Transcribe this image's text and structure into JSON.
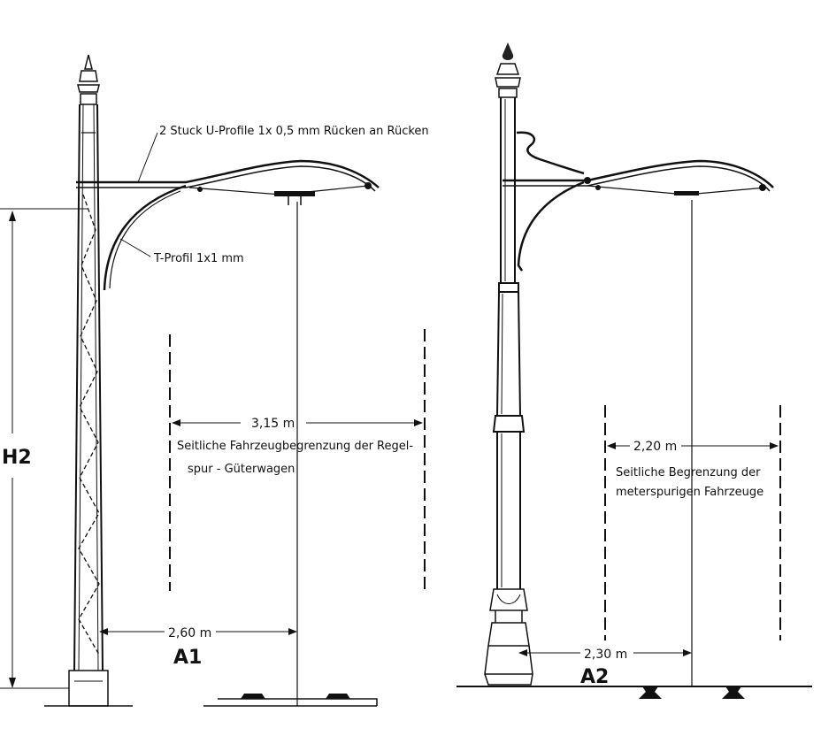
{
  "left_mast": {
    "u_profile_note": "2 Stuck U-Profile 1x 0,5 mm Rücken an Rücken",
    "t_profile_note": "T-Profil 1x1 mm",
    "clearance_dim": "3,15 m",
    "clearance_note_line1": "Seitliche Fahrzeugbegrenzung der Regel-",
    "clearance_note_line2": "spur - Güterwagen",
    "arm_dim": "2,60 m",
    "id_label": "A1",
    "height_label": "H2"
  },
  "right_mast": {
    "clearance_dim": "2,20 m",
    "clearance_note_line1": "Seitliche Begrenzung der",
    "clearance_note_line2": "meterspurigen Fahrzeuge",
    "arm_dim": "2,30 m",
    "id_label": "A2"
  }
}
